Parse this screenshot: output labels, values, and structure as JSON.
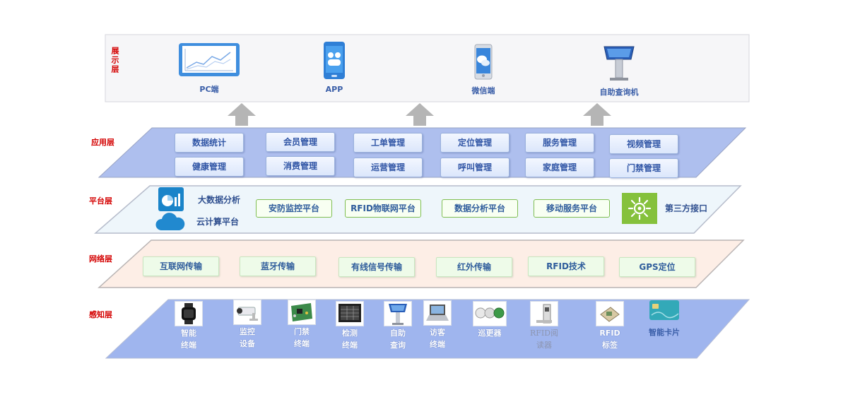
{
  "layers": {
    "display": "展示层",
    "application": "应用层",
    "platform": "平台层",
    "network": "网络层",
    "perception": "感知层"
  },
  "display": {
    "items": [
      {
        "label": "PC端",
        "icon": "monitor-chart-icon"
      },
      {
        "label": "APP",
        "icon": "smartphone-app-icon"
      },
      {
        "label": "微信端",
        "icon": "wechat-phone-icon"
      },
      {
        "label": "自助查询机",
        "icon": "kiosk-icon"
      }
    ]
  },
  "application": {
    "row1": [
      "数据统计",
      "会员管理",
      "工单管理",
      "定位管理",
      "服务管理",
      "视频管理"
    ],
    "row2": [
      "健康管理",
      "消费管理",
      "运营管理",
      "呼叫管理",
      "家庭管理",
      "门禁管理"
    ]
  },
  "platform": {
    "big_data": "大数据分析",
    "cloud": "云计算平台",
    "boxes": [
      "安防监控平台",
      "RFID物联网平台",
      "数据分析平台",
      "移动服务平台"
    ],
    "third_party": "第三方接口"
  },
  "network": {
    "items": [
      "互联网传输",
      "蓝牙传输",
      "有线信号传输",
      "红外传输",
      "RFID技术",
      "GPS定位"
    ]
  },
  "perception": {
    "devices": [
      {
        "line1": "智能",
        "line2": "终端",
        "icon": "smartwatch-icon"
      },
      {
        "line1": "监控",
        "line2": "设备",
        "icon": "security-camera-icon"
      },
      {
        "line1": "门禁",
        "line2": "终端",
        "icon": "circuit-board-icon"
      },
      {
        "line1": "检测",
        "line2": "终端",
        "icon": "monitor-screen-icon"
      },
      {
        "line1": "自助",
        "line2": "查询",
        "icon": "kiosk-terminal-icon"
      },
      {
        "line1": "访客",
        "line2": "终端",
        "icon": "laptop-device-icon"
      },
      {
        "line1": "巡更器",
        "line2": "",
        "icon": "patrol-device-icon"
      },
      {
        "line1": "RFID阅",
        "line2": "读器",
        "icon": "rfid-reader-icon"
      },
      {
        "line1": "RFID",
        "line2": "标签",
        "icon": "rfid-tag-icon"
      },
      {
        "line1": "智能卡片",
        "line2": "",
        "icon": "smart-card-icon"
      }
    ]
  },
  "colors": {
    "layer_label": "#d40000",
    "app_plane": "#aebfee",
    "platform_plane": "#eef6fb",
    "network_plane": "#fdeee6",
    "perception_plane": "#9fb5ee",
    "arrow": "#b5b5b5"
  }
}
